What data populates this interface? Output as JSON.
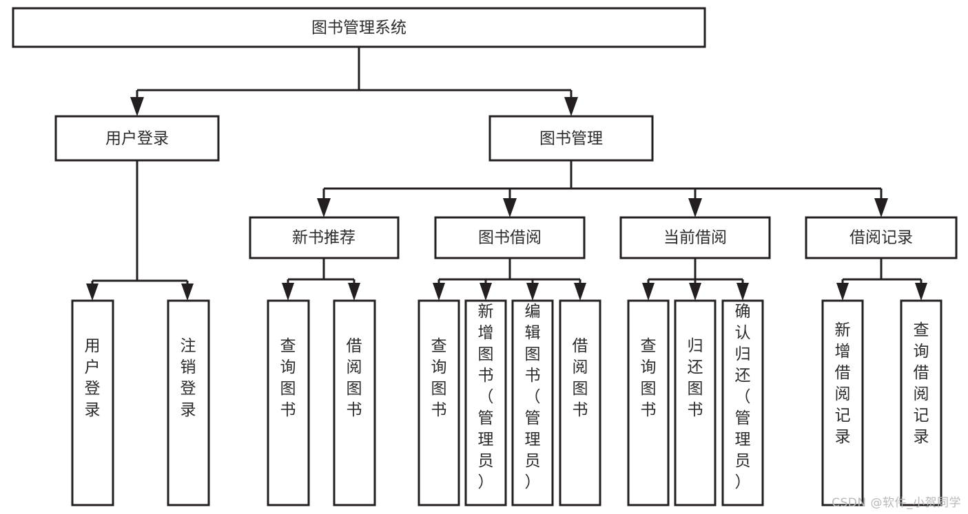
{
  "diagram": {
    "kind": "tree-hierarchy-chart",
    "title": "图书管理系统",
    "watermark": "CSDN @软件_小贺同学",
    "colors": {
      "stroke": "#231f20",
      "box_fill": "#ffffff",
      "text": "#2b2b2b",
      "background": "#ffffff",
      "watermark": "#b9b9b9"
    },
    "levels": {
      "root": {
        "label": "图书管理系统"
      },
      "level2": [
        {
          "id": "user-login",
          "label": "用户登录"
        },
        {
          "id": "book-management",
          "label": "图书管理"
        }
      ],
      "level3": [
        {
          "id": "new-book-recommend",
          "label": "新书推荐",
          "parent": "book-management"
        },
        {
          "id": "book-borrow",
          "label": "图书借阅",
          "parent": "book-management"
        },
        {
          "id": "current-borrow",
          "label": "当前借阅",
          "parent": "book-management"
        },
        {
          "id": "borrow-record",
          "label": "借阅记录",
          "parent": "book-management"
        }
      ],
      "leaves": [
        {
          "id": "leaf-user-login",
          "label": "用户登录",
          "parent": "user-login"
        },
        {
          "id": "leaf-logout-login",
          "label": "注销登录",
          "parent": "user-login"
        },
        {
          "id": "leaf-query-book-1",
          "label": "查询图书",
          "parent": "new-book-recommend"
        },
        {
          "id": "leaf-borrow-book-1",
          "label": "借阅图书",
          "parent": "new-book-recommend"
        },
        {
          "id": "leaf-query-book-2",
          "label": "查询图书",
          "parent": "book-borrow"
        },
        {
          "id": "leaf-add-book",
          "label": "新增图书（管理员）",
          "parent": "book-borrow"
        },
        {
          "id": "leaf-edit-book",
          "label": "编辑图书（管理员）",
          "parent": "book-borrow"
        },
        {
          "id": "leaf-borrow-book-2",
          "label": "借阅图书",
          "parent": "book-borrow"
        },
        {
          "id": "leaf-query-book-3",
          "label": "查询图书",
          "parent": "current-borrow"
        },
        {
          "id": "leaf-return-book",
          "label": "归还图书",
          "parent": "current-borrow"
        },
        {
          "id": "leaf-confirm-return",
          "label": "确认归还（管理员）",
          "parent": "current-borrow"
        },
        {
          "id": "leaf-add-record",
          "label": "新增借阅记录",
          "parent": "borrow-record"
        },
        {
          "id": "leaf-query-record",
          "label": "查询借阅记录",
          "parent": "borrow-record"
        }
      ]
    }
  }
}
